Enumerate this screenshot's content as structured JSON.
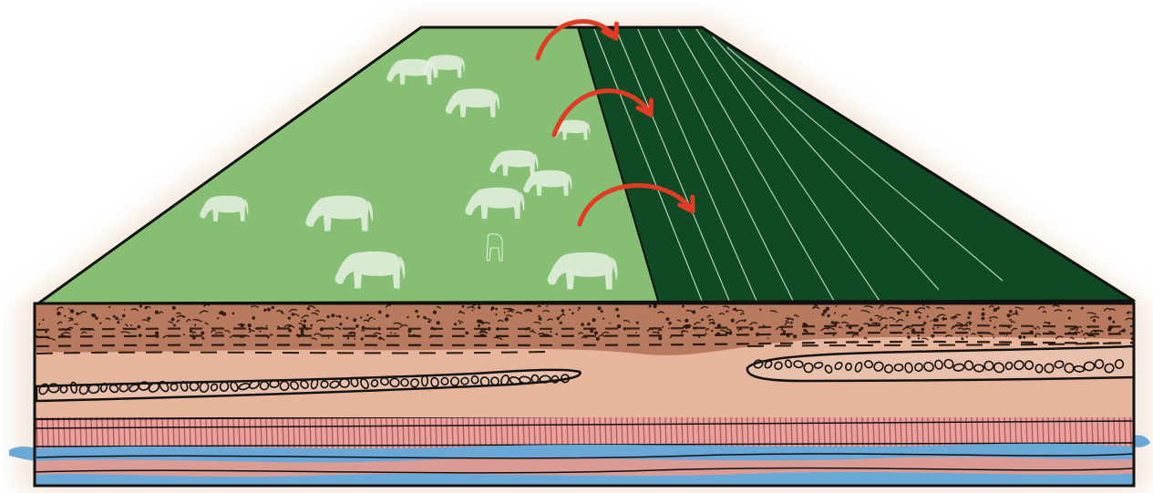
{
  "diagram": {
    "labels": [],
    "colors": {
      "background": "#ffffff",
      "glow": "#f3e6d8",
      "pasture": "#86bf73",
      "cropland": "#0f4a24",
      "furrow": "#d6e8d6",
      "arrow": "#e23b24",
      "cattle": "#e4efe0",
      "topsoil": "#b87a5e",
      "speckle": "#2a1a12",
      "subsoil": "#e7b49c",
      "gravel_fill": "#e9c0ab",
      "striped_layer": "#e7a3a0",
      "stripe": "#b45a57",
      "water": "#6aa8d8",
      "bedrock": "#e89a8e",
      "outline": "#111111"
    },
    "elements": {
      "pasture_side": "grazing-pasture",
      "cropland_side": "plowed-cropland",
      "arrows": [
        "conversion-arrow",
        "conversion-arrow",
        "conversion-arrow"
      ],
      "soil_layers": [
        "topsoil",
        "subsoil",
        "gravel-lens",
        "striped-layer",
        "groundwater",
        "bedrock"
      ]
    }
  }
}
